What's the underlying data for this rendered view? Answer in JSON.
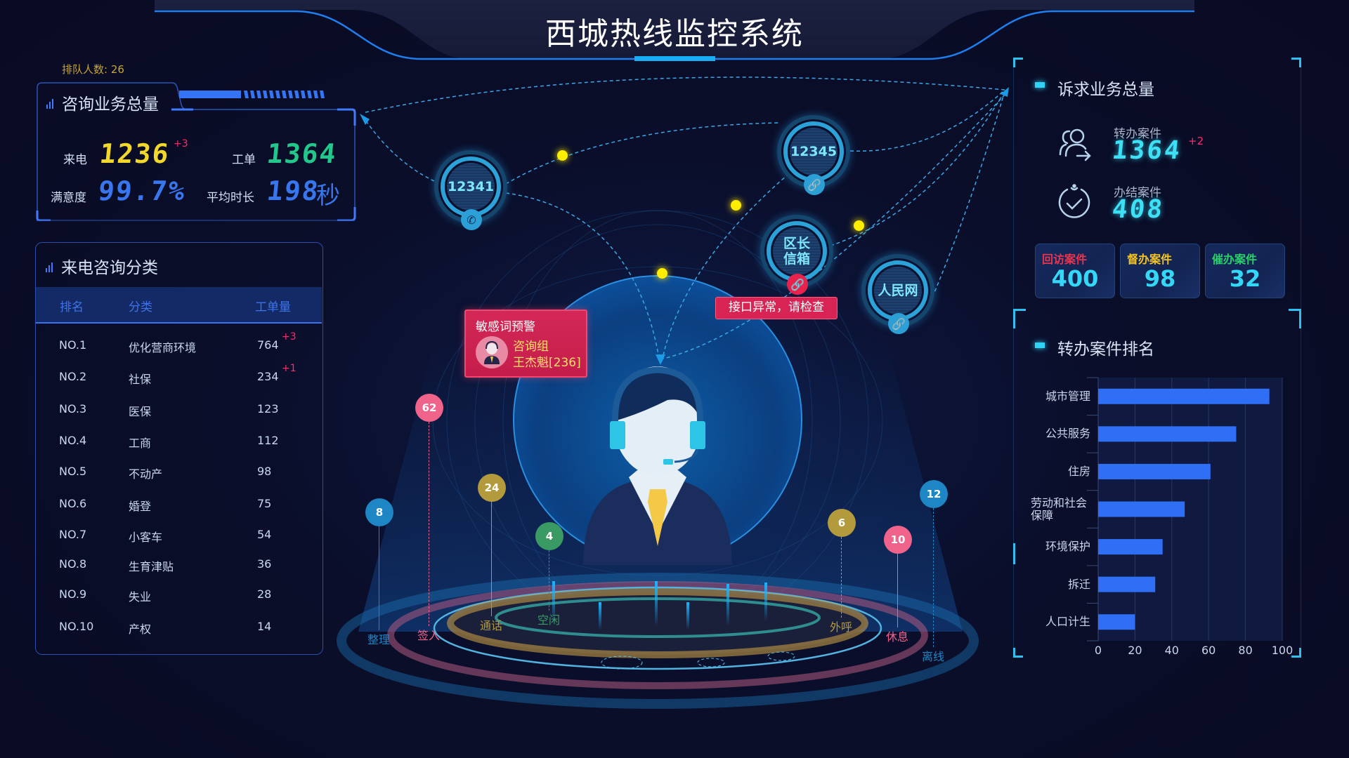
{
  "header": {
    "title": "西城热线监控系统"
  },
  "queue": {
    "label": "排队人数:",
    "value": "26"
  },
  "consult_total": {
    "title": "咨询业务总量",
    "calls": {
      "label": "来电",
      "value": "1236",
      "delta": "+3"
    },
    "tickets": {
      "label": "工单",
      "value": "1364"
    },
    "satisfaction": {
      "label": "满意度",
      "value": "99.7%"
    },
    "avg_duration": {
      "label": "平均时长",
      "value": "198",
      "unit": "秒"
    }
  },
  "call_categories": {
    "title": "来电咨询分类",
    "columns": [
      "排名",
      "分类",
      "工单量"
    ],
    "rows": [
      {
        "rank": "NO.1",
        "category": "优化营商环境",
        "count": "764",
        "delta": "+3"
      },
      {
        "rank": "NO.2",
        "category": "社保",
        "count": "234",
        "delta": "+1"
      },
      {
        "rank": "NO.3",
        "category": "医保",
        "count": "123",
        "delta": ""
      },
      {
        "rank": "NO.4",
        "category": "工商",
        "count": "112",
        "delta": ""
      },
      {
        "rank": "NO.5",
        "category": "不动产",
        "count": "98",
        "delta": ""
      },
      {
        "rank": "NO.6",
        "category": "婚登",
        "count": "75",
        "delta": ""
      },
      {
        "rank": "NO.7",
        "category": "小客车",
        "count": "54",
        "delta": ""
      },
      {
        "rank": "NO.8",
        "category": "生育津贴",
        "count": "36",
        "delta": ""
      },
      {
        "rank": "NO.9",
        "category": "失业",
        "count": "28",
        "delta": ""
      },
      {
        "rank": "NO.10",
        "category": "产权",
        "count": "14",
        "delta": ""
      }
    ]
  },
  "appeal_total": {
    "title": "诉求业务总量",
    "transferred": {
      "label": "转办案件",
      "value": "1364",
      "delta": "+2",
      "icon": "users-transfer-icon"
    },
    "closed": {
      "label": "办结案件",
      "value": "408",
      "icon": "timer-check-icon"
    },
    "cards": [
      {
        "label": "回访案件",
        "value": "400",
        "color": "#e8354f"
      },
      {
        "label": "督办案件",
        "value": "98",
        "color": "#f5c422"
      },
      {
        "label": "催办案件",
        "value": "32",
        "color": "#28d06a"
      }
    ]
  },
  "channels": [
    {
      "label": "12341",
      "badge_icon": "phone-icon",
      "badge": "✆",
      "error": false
    },
    {
      "label": "12345",
      "badge_icon": "link-icon",
      "badge": "🔗",
      "error": false
    },
    {
      "label": "区长信箱",
      "badge_icon": "broken-link-icon",
      "badge": "🔗",
      "error": true
    },
    {
      "label": "人民网",
      "badge_icon": "link-icon",
      "badge": "🔗",
      "error": false
    }
  ],
  "alert": {
    "title": "敏感词预警",
    "group": "咨询组",
    "agent": "王杰魁[236]"
  },
  "interface_error": "接口异常，请检查",
  "agent_status": [
    {
      "label": "整理",
      "value": "8",
      "color": "#1e86c4"
    },
    {
      "label": "签入",
      "value": "62",
      "color": "#f0648c"
    },
    {
      "label": "通话",
      "value": "24",
      "color": "#b39a3c"
    },
    {
      "label": "空闲",
      "value": "4",
      "color": "#3a9a64"
    },
    {
      "label": "外呼",
      "value": "6",
      "color": "#b39a3c"
    },
    {
      "label": "休息",
      "value": "10",
      "color": "#f0648c"
    },
    {
      "label": "离线",
      "value": "12",
      "color": "#1e86c4"
    }
  ],
  "chart_data": {
    "type": "bar",
    "orientation": "horizontal",
    "title": "转办案件排名",
    "categories": [
      "城市管理",
      "公共服务",
      "住房",
      "劳动和社会保障",
      "环境保护",
      "拆迁",
      "人口计生"
    ],
    "values": [
      93,
      75,
      61,
      47,
      35,
      31,
      20
    ],
    "xlim": [
      0,
      100
    ],
    "xticks": [
      0,
      20,
      40,
      60,
      80,
      100
    ],
    "grid": true,
    "bar_color": "#2f6ff5",
    "xlabel": "",
    "ylabel": ""
  }
}
